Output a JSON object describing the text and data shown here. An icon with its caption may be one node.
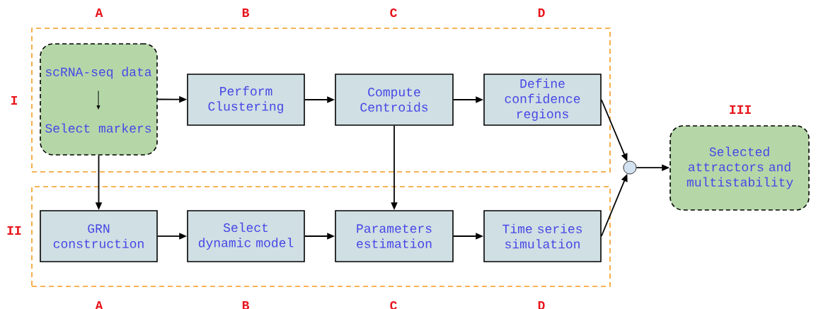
{
  "diagram": {
    "nodes": [
      {
        "text": [],
        "shape": "box",
        "beside": [
          "I"
        ]
      },
      {
        "text": [],
        "shape": "box",
        "in": 0
      },
      {
        "text": [
          "scRNA-seq data"
        ],
        "in": 1
      },
      {
        "text": [
          "Select markers"
        ],
        "in": 1
      },
      {
        "text": [
          "Perform Clustering"
        ],
        "in": 0
      },
      {
        "text": [
          "Compute Centroids"
        ],
        "in": 0
      },
      {
        "text": [
          "Define confidence regions"
        ],
        "in": 0
      },
      {
        "text": [],
        "shape": "box",
        "beside": [
          "II"
        ]
      },
      {
        "text": [
          "GRN construction"
        ],
        "in": 7
      },
      {
        "text": [
          "Select dynamic model"
        ],
        "in": 7
      },
      {
        "text": [
          "Parameters estimation"
        ],
        "in": 7
      },
      {
        "text": [
          "Time series simulation"
        ],
        "in": 7
      },
      {
        "text": [],
        "shape": "circle"
      },
      {
        "text": [
          "Selected attractors and multistability"
        ],
        "beside": [
          "III"
        ]
      }
    ],
    "edges": [
      {
        "from": 2,
        "to": 3,
        "arrow": "to"
      },
      {
        "from": 1,
        "to": 4,
        "arrow": "to"
      },
      {
        "from": 4,
        "to": 5,
        "arrow": "to"
      },
      {
        "from": 5,
        "to": 6,
        "arrow": "to"
      },
      {
        "from": 1,
        "to": 8,
        "arrow": "to"
      },
      {
        "from": 5,
        "to": 10,
        "arrow": "to"
      },
      {
        "from": 8,
        "to": 9,
        "arrow": "to"
      },
      {
        "from": 9,
        "to": 10,
        "arrow": "to"
      },
      {
        "from": 10,
        "to": 11,
        "arrow": "to"
      },
      {
        "from": 6,
        "to": 12,
        "arrow": "to"
      },
      {
        "from": 11,
        "to": 12,
        "arrow": "to"
      },
      {
        "from": 12,
        "to": 13,
        "arrow": "to"
      }
    ],
    "labels": [
      "A",
      "B",
      "C",
      "D",
      "A",
      "B",
      "C",
      "D"
    ]
  }
}
